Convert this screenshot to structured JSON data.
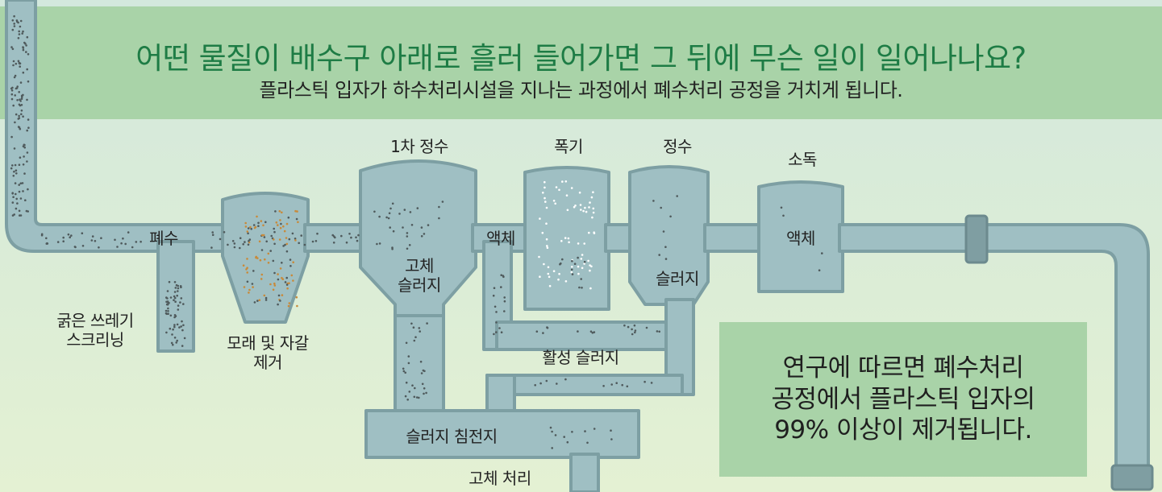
{
  "header": {
    "title": "어떤 물질이 배수구 아래로 흘러 들어가면 그 뒤에 무슨 일이 일어나나요?",
    "subtitle": "플라스틱 입자가 하수처리시설을 지나는 과정에서 폐수처리 공정을 거치게 됩니다."
  },
  "labels": {
    "wastewater": "폐수",
    "coarse_screening": "굵은 쓰레기\n스크리닝",
    "grit_removal": "모래 및 자갈\n제거",
    "primary_treatment": "1차 정수",
    "solid_sludge": "고체\n슬러지",
    "liquid_1": "액체",
    "aeration": "폭기",
    "clarification": "정수",
    "sludge_2": "슬러지",
    "disinfection": "소독",
    "liquid_2": "액체",
    "activated_sludge": "활성 슬러지",
    "sludge_settling": "슬러지 침전지",
    "solids_handling": "고체 처리"
  },
  "result": {
    "text": "연구에 따르면 폐수처리\n공정에서 플라스틱 입자의\n99% 이상이 제거됩니다."
  },
  "colors": {
    "header_band": "#a9d3a8",
    "title": "#1e7c45",
    "pipe_fill": "#9fbfc3",
    "pipe_stroke": "#7d9fa3",
    "particle_dark": "#4f5a5c",
    "particle_orange": "#c88a3a",
    "particle_white": "#ffffff"
  }
}
